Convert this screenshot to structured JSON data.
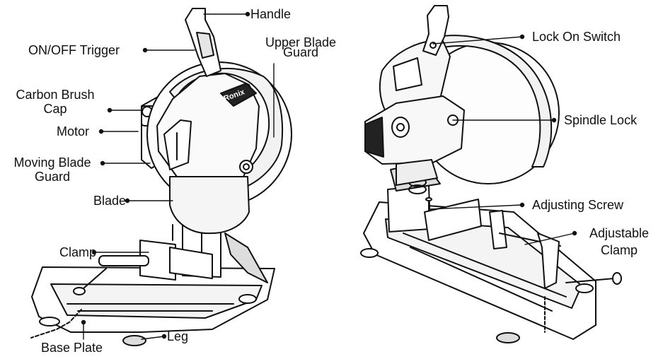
{
  "diagram": {
    "left_labels": {
      "handle": "Handle",
      "on_off_trigger": "ON/OFF Trigger",
      "upper_blade_guard": [
        "Upper Blade",
        "Guard"
      ],
      "carbon_brush_cap": [
        "Carbon Brush",
        "Cap"
      ],
      "motor": "Motor",
      "moving_blade_guard": [
        "Moving Blade",
        "Guard"
      ],
      "blade": "Blade",
      "clamp": "Clamp",
      "leg": "Leg",
      "base_plate": "Base Plate"
    },
    "right_labels": {
      "lock_on_switch": "Lock On Switch",
      "spindle_lock": "Spindle Lock",
      "adjusting_screw": "Adjusting Screw",
      "adjustable_clamp": [
        "Adjustable",
        "Clamp"
      ]
    },
    "brand_logo": "Ronix"
  },
  "colors": {
    "line": "#111111",
    "label": "#111111",
    "background": "#ffffff"
  }
}
